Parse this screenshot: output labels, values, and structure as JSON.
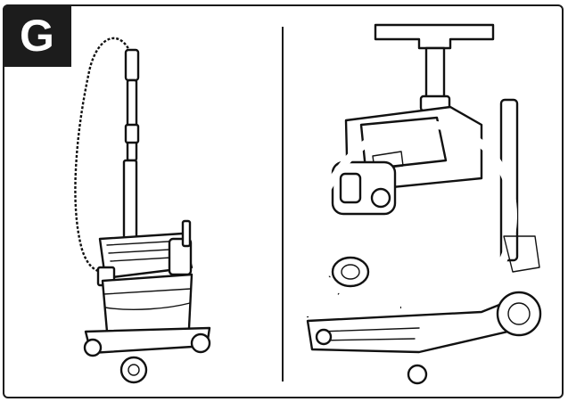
{
  "figure": {
    "label": "G",
    "colors": {
      "ink": "#111111",
      "badge_bg": "#1c1c1c",
      "badge_text": "#ffffff",
      "paper": "#ffffff"
    },
    "panels": [
      {
        "name": "vacuum-with-hose-and-tube-stored",
        "icon": "wet-dry-vacuum-with-hose-icon"
      },
      {
        "name": "vacuum-with-hose-wrapped",
        "icon": "wet-dry-vacuum-hose-wrapped-icon"
      }
    ]
  }
}
